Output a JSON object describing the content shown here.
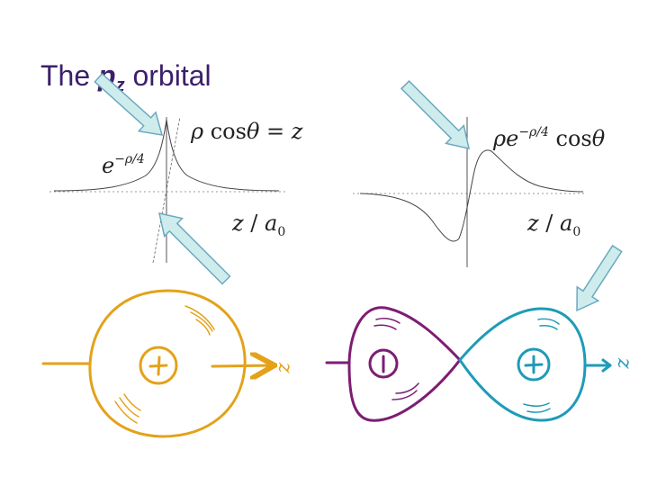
{
  "slide": {
    "title_prefix": "The ",
    "title_p": "p",
    "title_sub": "z",
    "title_suffix": " orbital"
  },
  "left_plot": {
    "curve_exp": "e",
    "curve_exp_sup": "−ρ/4",
    "line_expr_rho": "ρ",
    "line_expr_mid": " cos",
    "line_expr_theta": "θ",
    "line_expr_end": " = ",
    "line_expr_z": "z",
    "axis_label_z": "z",
    "axis_label_sep": " / ",
    "axis_label_a": "a",
    "axis_label_sub": "0"
  },
  "right_plot": {
    "curve_rho": "ρ",
    "curve_e": "e",
    "curve_sup": "−ρ/4",
    "curve_cos": " cos",
    "curve_theta": "θ",
    "axis_label_z": "z",
    "axis_label_sep": " / ",
    "axis_label_a": "a",
    "axis_label_sub": "0"
  },
  "sketches": {
    "left_axis_label": "z",
    "right_axis_label": "z"
  },
  "colors": {
    "title": "#3b1f6b",
    "orange": "#e3a21a",
    "purple": "#7d1d73",
    "teal": "#1e9bb8",
    "arrow_fill": "#cfecec",
    "arrow_stroke": "#6aa9c1",
    "plot_line": "#444444"
  }
}
